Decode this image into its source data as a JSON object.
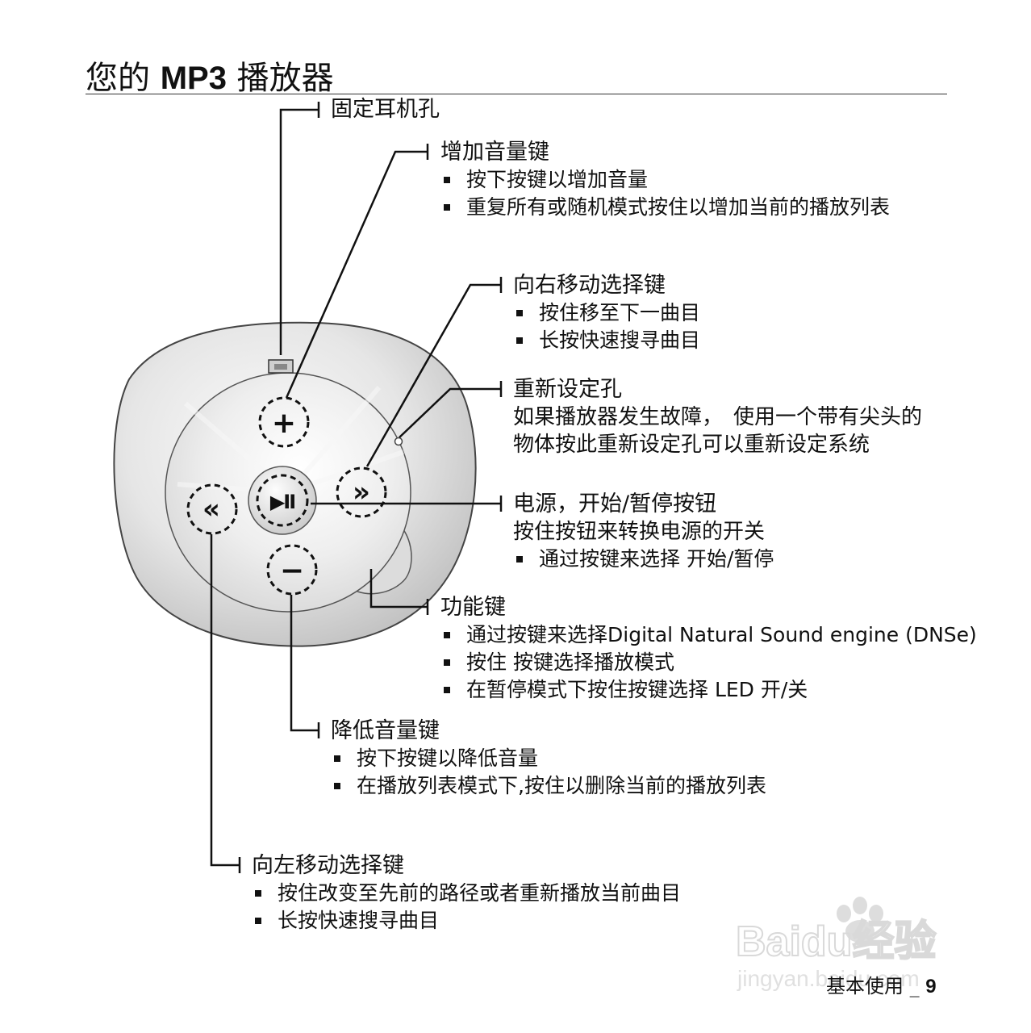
{
  "header": {
    "title_prefix": "您的 ",
    "title_bold": "MP3",
    "title_suffix": " 播放器"
  },
  "device": {
    "buttons": {
      "plus": "+",
      "minus": "−",
      "right": "»",
      "left": "«",
      "play": "▶II"
    }
  },
  "callouts": {
    "headphone": {
      "title": "固定耳机孔"
    },
    "vol_up": {
      "title": "增加音量键",
      "bullets": [
        "按下按键以增加音量",
        "重复所有或随机模式按住以增加当前的播放列表"
      ]
    },
    "right": {
      "title": "向右移动选择键",
      "bullets": [
        "按住移至下一曲目",
        "长按快速搜寻曲目"
      ]
    },
    "reset": {
      "title": "重新设定孔",
      "lines": [
        "如果播放器发生故障，　使用一个带有尖头的",
        "物体按此重新设定孔可以重新设定系统"
      ]
    },
    "power": {
      "title": "电源，开始/暂停按钮",
      "line": "按住按钮来转换电源的开关",
      "bullets": [
        "通过按键来选择  开始/暂停"
      ]
    },
    "function": {
      "title": "功能键",
      "bullets": [
        "通过按键来选择Digital Natural Sound engine (DNSe)",
        "按住  按键选择播放模式",
        "在暂停模式下按住按键选择  LED  开/关"
      ]
    },
    "vol_down": {
      "title": "降低音量键",
      "bullets": [
        "按下按键以降低音量",
        "在播放列表模式下,按住以删除当前的播放列表"
      ]
    },
    "left": {
      "title": "向左移动选择键",
      "bullets": [
        "按住改变至先前的路径或者重新播放当前曲目",
        "长按快速搜寻曲目"
      ]
    }
  },
  "footer": {
    "section": "基本使用 _ ",
    "page": "9"
  },
  "watermark": {
    "brand": "Baidu经验",
    "url": "jingyan.baidu.com"
  },
  "colors": {
    "line": "#111111",
    "device_outer": "#dedede",
    "device_inner": "#eaeaea",
    "text": "#111111"
  }
}
